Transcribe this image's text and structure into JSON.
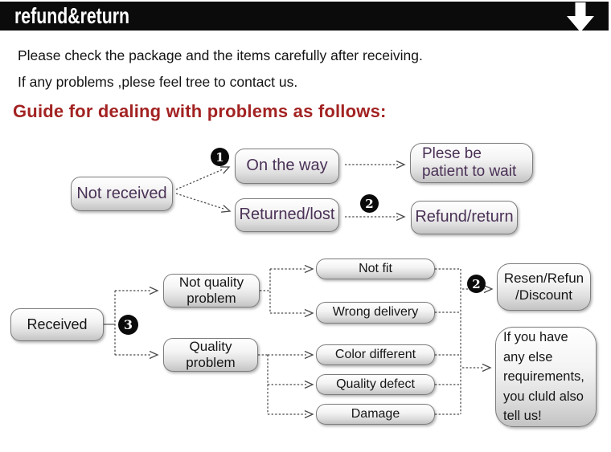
{
  "header": {
    "title": "refund&return"
  },
  "icons": {
    "header_arrow": "down-arrow"
  },
  "intro": {
    "line1": "Please check the package and the items carefully after receiving.",
    "line2": "If any problems ,plese feel tree to contact us.",
    "heading": "Guide for dealing with problems as follows:"
  },
  "colors": {
    "header_bg": "#0b0b0b",
    "heading_red": "#a32222",
    "node_text_purple": "#4a3156",
    "node_text_black": "#161616"
  },
  "flow_not_received": {
    "not_received": "Not received",
    "on_the_way": "On the way",
    "returned_lost": "Returned/lost",
    "be_patient": "Plese be\npatient to wait",
    "refund_return": "Refund/return",
    "badge_1": "1",
    "badge_2": "2"
  },
  "flow_received": {
    "received": "Received",
    "badge_3": "3",
    "not_quality_problem": "Not quality\nproblem",
    "quality_problem": "Quality\nproblem",
    "not_fit": "Not fit",
    "wrong_delivery": "Wrong delivery",
    "color_different": "Color different",
    "quality_defect": "Quality defect",
    "damage": "Damage",
    "badge_2": "2",
    "resend_refund_discount": "Resen/Refun\n/Discount",
    "other_requirements": "If you have\nany else\nrequirements,\nyou cluld also\ntell us!"
  }
}
